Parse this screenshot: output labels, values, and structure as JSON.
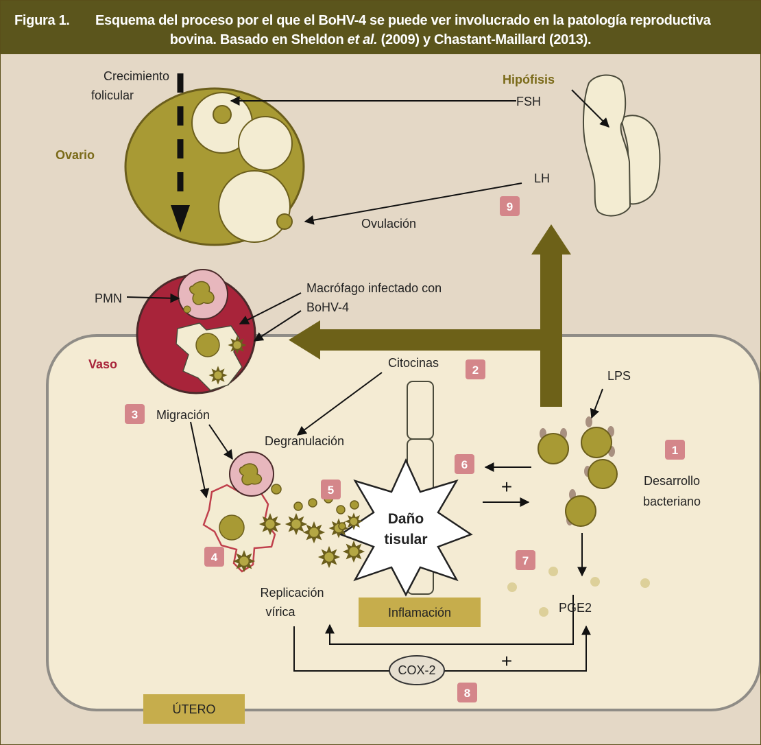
{
  "figure": {
    "label": "Figura 1.",
    "caption_line1": "Esquema del proceso por el que el BoHV-4 se puede ver involucrado en la patología reproductiva",
    "caption_line2_pre": "bovina. Basado en Sheldon ",
    "caption_line2_em": "et al.",
    "caption_line2_post": " (2009) y Chastant-Maillard (2013)."
  },
  "labels": {
    "crecimiento_1": "Crecimiento",
    "crecimiento_2": "folicular",
    "ovario": "Ovario",
    "hipofisis": "Hipófisis",
    "fsh": "FSH",
    "lh": "LH",
    "ovulacion": "Ovulación",
    "pmn": "PMN",
    "macrofago_1": "Macrófago infectado con",
    "macrofago_2": "BoHV-4",
    "vaso": "Vaso",
    "citocinas": "Citocinas",
    "lps": "LPS",
    "migracion": "Migración",
    "degranulacion": "Degranulación",
    "desarrollo_1": "Desarrollo",
    "desarrollo_2": "bacteriano",
    "dano_1": "Daño",
    "dano_2": "tisular",
    "replicacion_1": "Replicación",
    "replicacion_2": "vírica",
    "inflamacion": "Inflamación",
    "pge2": "PGE2",
    "cox2": "COX-2",
    "plus": "+",
    "utero": "ÚTERO"
  },
  "badges": [
    "1",
    "2",
    "3",
    "4",
    "5",
    "6",
    "7",
    "8",
    "9"
  ],
  "colors": {
    "header": "#5b551c",
    "background": "#e4d8c6",
    "uterus": "#f4ebd3",
    "olive": "#a89a34",
    "olive_dark": "#6b5e1c",
    "arrow_thick": "#6d6118",
    "vessel": "#a8243a",
    "badge": "#d4868a",
    "follicle": "#f3ecd2",
    "pink_cell": "#e7b7bd",
    "label_box": "#c6ad4c"
  }
}
